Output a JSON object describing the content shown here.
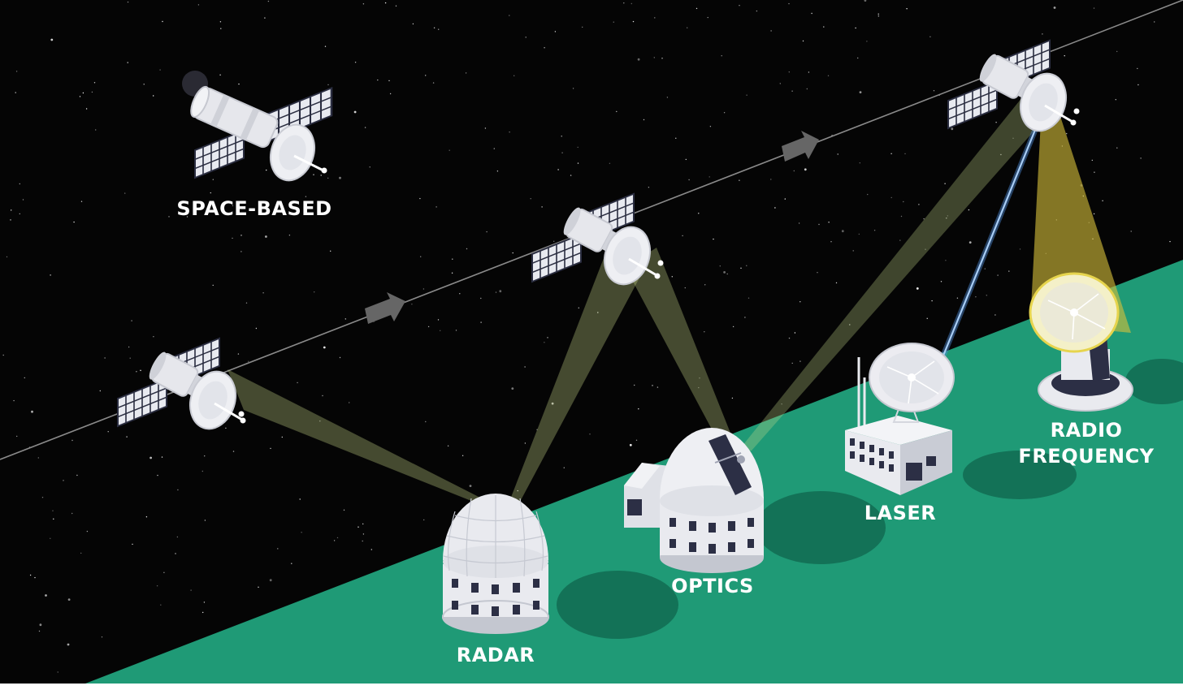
{
  "labels": {
    "space_based": "SPACE-BASED",
    "radar": "RADAR",
    "optics": "OPTICS",
    "laser": "LASER",
    "radio_line1": "RADIO",
    "radio_line2": "FREQUENCY"
  },
  "colors": {
    "space": "#050505",
    "ground": "#1f9a76",
    "ground_shadow": "#137257",
    "orbit_line": "#8a8a8a",
    "beam_green": "#c8d98a",
    "beam_yellow": "#d8c23a",
    "laser": "#4f8fdc",
    "structure": "#e9eaef",
    "structure_shade": "#c4c7d0",
    "window": "#2c2f45",
    "arrow": "#666666"
  },
  "icons": [
    "satellite-icon",
    "space-telescope-icon",
    "radar-dome-icon",
    "optical-observatory-icon",
    "laser-station-icon",
    "radio-dish-icon",
    "direction-arrow-icon"
  ]
}
